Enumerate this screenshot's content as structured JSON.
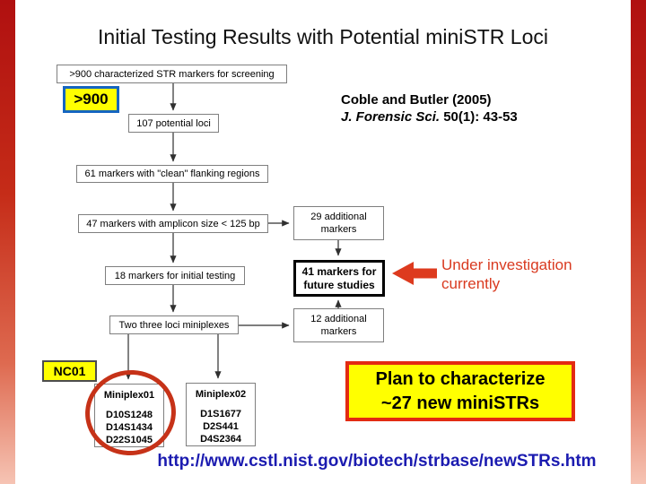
{
  "title": "Initial Testing Results with Potential miniSTR Loci",
  "citation": {
    "line1": "Coble and Butler (2005)",
    "journal": "J. Forensic Sci.",
    "ref": " 50(1): 43-53"
  },
  "flow": {
    "screening": ">900 characterized STR markers for screening",
    "potential": "107 potential loci",
    "clean": "61 markers with \"clean\" flanking regions",
    "amplicon": "47 markers with amplicon size < 125 bp",
    "additional29": "29 additional\nmarkers",
    "initial18": "18 markers for initial testing",
    "future41": "41 markers for\nfuture studies",
    "additional12": "12 additional\nmarkers",
    "miniplexes": "Two three loci miniplexes",
    "miniplex01": {
      "title": "Miniplex01",
      "loci": "D10S1248\nD14S1434\nD22S1045"
    },
    "miniplex02": {
      "title": "Miniplex02",
      "loci": "D1S1677\nD2S441\nD4S2364"
    }
  },
  "callouts": {
    "screened_count": ">900",
    "nc01": "NC01",
    "under_investigation": "Under investigation\ncurrently",
    "plan": "Plan to characterize\n~27 new miniSTRs"
  },
  "footer": {
    "url": "http://www.cstl.nist.gov/biotech/strbase/newSTRs.htm"
  },
  "colors": {
    "highlight_yellow": "#ffff00",
    "blue_border": "#1565c0",
    "annotation_red": "#dd3a1e",
    "ellipse_red": "#c63218",
    "plan_border_red": "#e32b12",
    "url_blue": "#1b1bb0",
    "box_border_gray": "#7f7f7f",
    "sidebar_red": "#b01010"
  }
}
